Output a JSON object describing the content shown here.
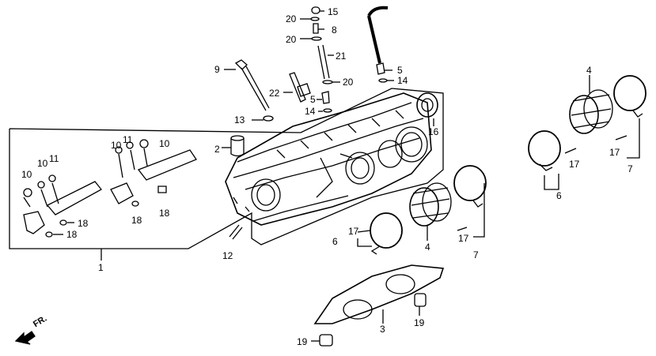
{
  "callouts": [
    {
      "id": "c1",
      "text": "1"
    },
    {
      "id": "c2",
      "text": "2"
    },
    {
      "id": "c3",
      "text": "3"
    },
    {
      "id": "c4a",
      "text": "4"
    },
    {
      "id": "c4b",
      "text": "4"
    },
    {
      "id": "c5a",
      "text": "5"
    },
    {
      "id": "c5b",
      "text": "5"
    },
    {
      "id": "c6a",
      "text": "6"
    },
    {
      "id": "c6b",
      "text": "6"
    },
    {
      "id": "c7a",
      "text": "7"
    },
    {
      "id": "c7b",
      "text": "7"
    },
    {
      "id": "c8",
      "text": "8"
    },
    {
      "id": "c9",
      "text": "9"
    },
    {
      "id": "c10a",
      "text": "10"
    },
    {
      "id": "c10b",
      "text": "10"
    },
    {
      "id": "c10c",
      "text": "10"
    },
    {
      "id": "c10d",
      "text": "10"
    },
    {
      "id": "c11a",
      "text": "11"
    },
    {
      "id": "c11b",
      "text": "11"
    },
    {
      "id": "c12",
      "text": "12"
    },
    {
      "id": "c13",
      "text": "13"
    },
    {
      "id": "c14a",
      "text": "14"
    },
    {
      "id": "c14b",
      "text": "14"
    },
    {
      "id": "c15",
      "text": "15"
    },
    {
      "id": "c16",
      "text": "16"
    },
    {
      "id": "c17a",
      "text": "17"
    },
    {
      "id": "c17b",
      "text": "17"
    },
    {
      "id": "c17c",
      "text": "17"
    },
    {
      "id": "c17d",
      "text": "17"
    },
    {
      "id": "c18a",
      "text": "18"
    },
    {
      "id": "c18b",
      "text": "18"
    },
    {
      "id": "c18c",
      "text": "18"
    },
    {
      "id": "c18d",
      "text": "18"
    },
    {
      "id": "c19a",
      "text": "19"
    },
    {
      "id": "c19b",
      "text": "19"
    },
    {
      "id": "c20a",
      "text": "20"
    },
    {
      "id": "c20b",
      "text": "20"
    },
    {
      "id": "c20c",
      "text": "20"
    },
    {
      "id": "c21",
      "text": "21"
    },
    {
      "id": "c22",
      "text": "22"
    }
  ],
  "direction_label": "FR."
}
